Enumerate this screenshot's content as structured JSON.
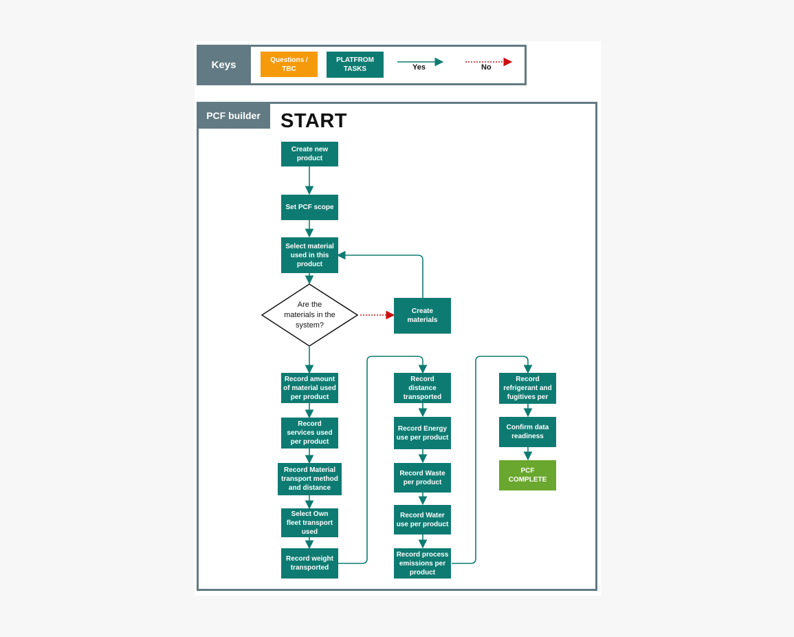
{
  "keys": {
    "title": "Keys",
    "questions": "Questions / TBC",
    "platform_tasks": "PLATFROM TASKS",
    "yes": "Yes",
    "no": "No"
  },
  "pcf": {
    "title": "PCF builder",
    "start": "START"
  },
  "nodes": {
    "create_new_product": "Create new product",
    "set_pcf_scope": "Set PCF scope",
    "select_material": "Select material used in this product",
    "decision": "Are the materials in the system?",
    "create_materials": "Create materials",
    "record_amount": "Record amount of material used per product",
    "record_services": "Record services used per product",
    "record_material_transport": "Record Material transport method and distance",
    "select_own_fleet": "Select Own fleet transport used",
    "record_weight": "Record weight transported",
    "record_distance": "Record distance transported",
    "record_energy": "Record Energy use per product",
    "record_waste": "Record Waste per product",
    "record_water": "Record Water use per product",
    "record_process": "Record process emissions per product",
    "record_refrigerant": "Record refrigerant and fugitives per",
    "confirm_data": "Confirm data readiness",
    "pcf_complete": "PCF COMPLETE"
  },
  "colors": {
    "task": "#0e7b72",
    "question": "#f59a0b",
    "complete": "#6aa72e",
    "frame": "#627a83",
    "no_arrow": "#cc1111"
  }
}
